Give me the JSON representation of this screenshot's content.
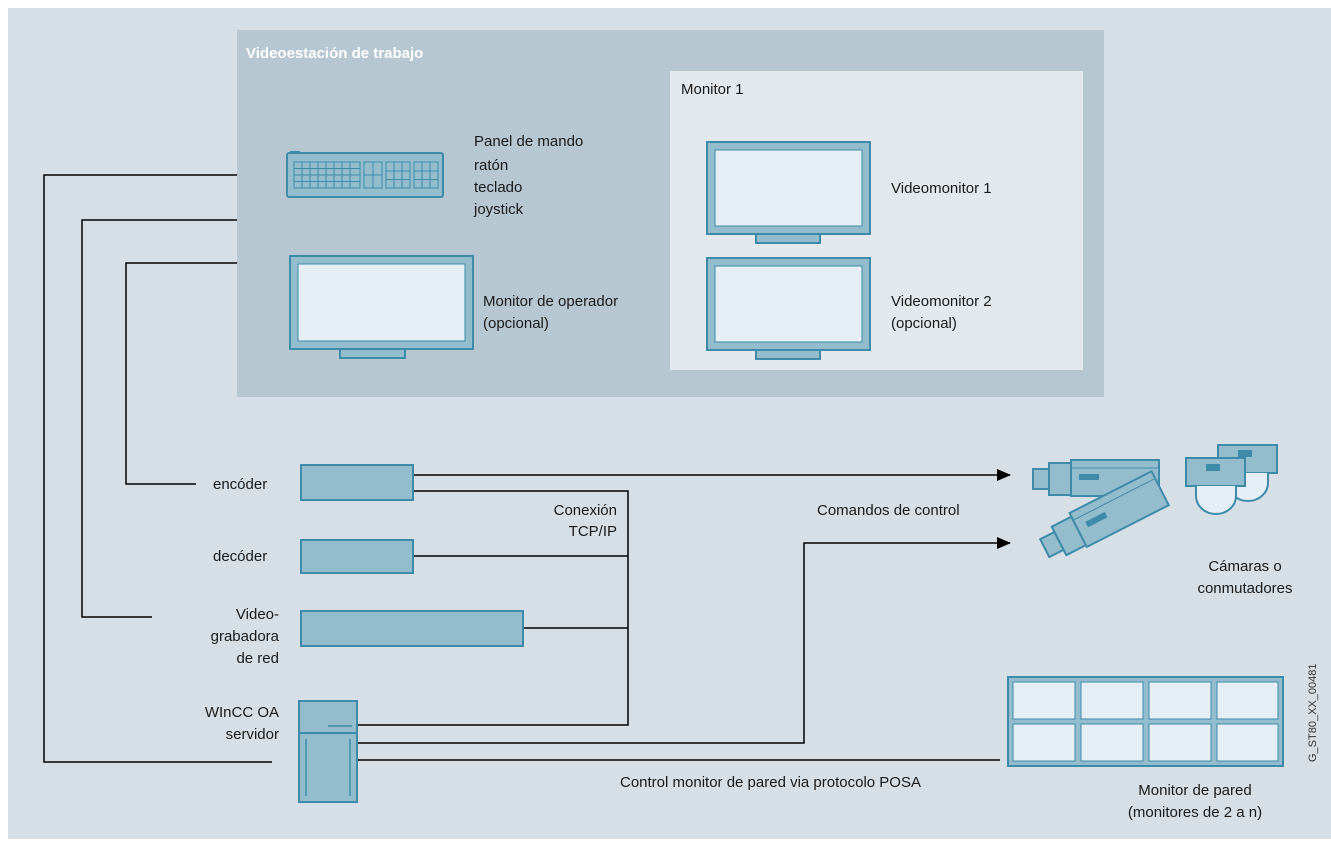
{
  "workstation": {
    "title": "Videoestación de trabajo",
    "monitor_group": "Monitor 1",
    "panel_label": [
      "Panel de mando",
      "ratón",
      "teclado",
      "joystick"
    ],
    "operator_monitor": [
      "Monitor de operador",
      "(opcional)"
    ],
    "videomonitor1": "Videomonitor 1",
    "videomonitor2": [
      "Videomonitor 2",
      "(opcional)"
    ]
  },
  "devices": {
    "encoder": "encóder",
    "decoder": "decóder",
    "recorder": [
      "Video-",
      "grabadora",
      "de red"
    ],
    "server": [
      "WInCC OA",
      "servidor"
    ]
  },
  "connections": {
    "tcpip": [
      "Conexión",
      "TCP/IP"
    ],
    "control_commands": "Comandos de control",
    "wall_control": "Control monitor de pared via protocolo POSA"
  },
  "cameras": [
    "Cámaras o",
    "conmutadores"
  ],
  "wall_monitor": [
    "Monitor de pared",
    "(monitores de 2 a n)"
  ],
  "figure_id": "G_ST80_XX_00481",
  "colors": {
    "background": "#d6dfe5",
    "workstation": "#b7c7d1",
    "monitor_group": "#e3e8ec",
    "device_fill": "#93bccd",
    "device_stroke": "#3e8ba9",
    "screen_fill": "#e4eef4"
  }
}
